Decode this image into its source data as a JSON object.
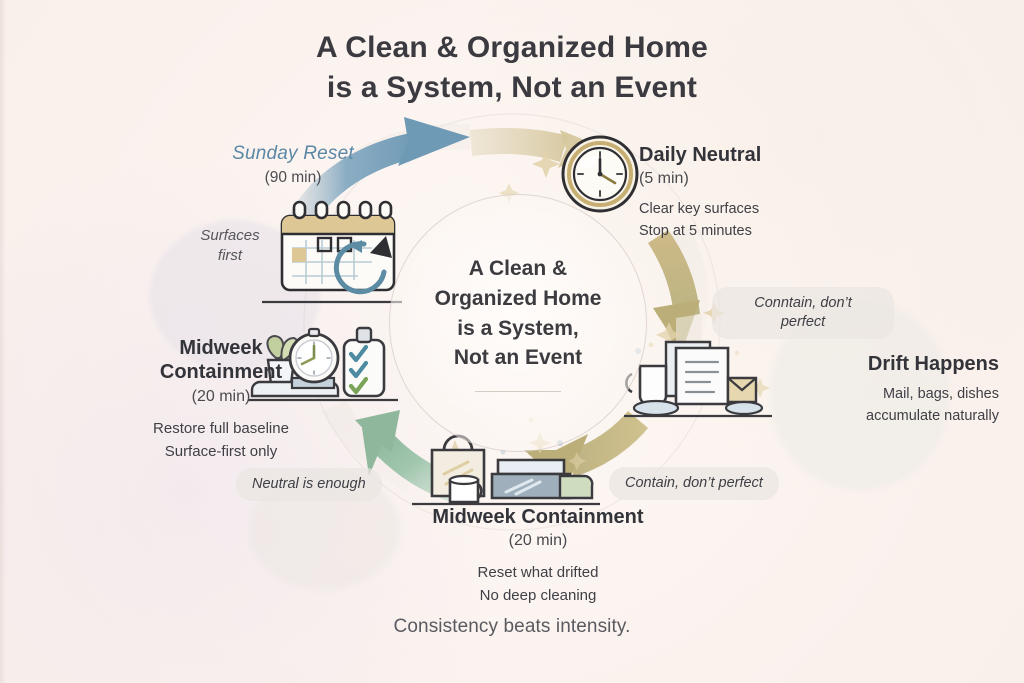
{
  "headline": {
    "line1": "A Clean & Organized Home",
    "line2": "is a System, Not an Event"
  },
  "center": {
    "line1": "A Clean &",
    "line2": "Organized Home",
    "line3": "is a System,",
    "line4": "Not an Event"
  },
  "nodes": [
    {
      "id": "sunday-reset",
      "title": "Sunday Reset",
      "duration": "(90 min)",
      "description": "",
      "icon": "calendar-refresh-icon",
      "accent": "#5b87a6"
    },
    {
      "id": "daily-neutral",
      "title": "Daily Neutral",
      "duration": "(5 min)",
      "description": "Clear key surfaces\nStop at 5 minutes",
      "icon": "clock-icon",
      "accent": "#c9b27e"
    },
    {
      "id": "drift-happens",
      "title": "Drift Happens",
      "duration": "",
      "description": "Mail, bags, dishes\naccumulate naturally",
      "icon": "mail-dishes-icon",
      "accent": "#c9b27e"
    },
    {
      "id": "midweek-containment-bottom",
      "title": "Midweek Containment",
      "duration": "(20 min)",
      "description": "Reset what drifted\nNo deep cleaning",
      "icon": "bag-bins-icon",
      "accent": "#a9b99c"
    },
    {
      "id": "midweek-containment-left",
      "title": "Midweek\nContainment",
      "duration": "(20 min)",
      "description": "Restore full  baseline\nSurface-first only",
      "icon": "timer-spray-icon",
      "accent": "#8fb0a4"
    }
  ],
  "annotations": {
    "surfaces_first": "Surfaces\nfirst",
    "conntain_dont_perfect": "Conntain, don’t\nperfect",
    "contain_dont_perfect": "Contain, don’t perfect",
    "neutral_is_enough": "Neutral is enough"
  },
  "footer": {
    "tagline": "Consistency beats intensity."
  },
  "arrows": [
    {
      "id": "arrow-top-blue",
      "from": "sunday-reset",
      "to": "daily-neutral",
      "color": "#6f9ab5",
      "direction": "right"
    },
    {
      "id": "arrow-top-tan",
      "from": "daily-neutral",
      "to": "daily-neutral",
      "color": "#d6c79c",
      "direction": "right"
    },
    {
      "id": "arrow-right-tan",
      "from": "daily-neutral",
      "to": "drift-happens",
      "color": "#c8b57e",
      "direction": "down"
    },
    {
      "id": "arrow-bottom-tan",
      "from": "drift-happens",
      "to": "midweek-containment-bottom",
      "color": "#c2b583",
      "direction": "left"
    },
    {
      "id": "arrow-left-green",
      "from": "midweek-containment-bottom",
      "to": "midweek-containment-left",
      "color": "#8fb79b",
      "direction": "up-left"
    }
  ],
  "palette": {
    "background": "#fdf7f3",
    "ink": "#3b3b3f",
    "blue": "#5b87a6",
    "tan": "#c9b27e",
    "green": "#8fb79b",
    "pill": "#eae6e2"
  }
}
